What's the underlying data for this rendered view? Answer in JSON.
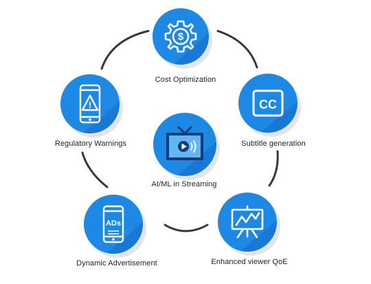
{
  "colors": {
    "node_fill": "#1e88e5",
    "node_shade": "#1565c0",
    "arc": "#3a3340",
    "icon": "#ffffff",
    "label_text": "#222222"
  },
  "diagram": {
    "center": {
      "label": "AI/ML in Streaming",
      "icon": "tv-play-icon"
    },
    "nodes": [
      {
        "id": "cost",
        "label": "Cost Optimization",
        "icon": "gear-dollar-icon"
      },
      {
        "id": "subtitle",
        "label": "Subtitle generation",
        "icon": "closed-caption-icon"
      },
      {
        "id": "qoe",
        "label": "Enhanced viewer QoE",
        "icon": "chart-board-icon"
      },
      {
        "id": "ads",
        "label": "Dynamic Advertisement",
        "icon": "phone-ads-icon"
      },
      {
        "id": "warn",
        "label": "Regulatory Warnings",
        "icon": "phone-warning-icon"
      }
    ],
    "icon_text": {
      "cc": "CC",
      "ads": "ADs",
      "warn": "!"
    }
  }
}
